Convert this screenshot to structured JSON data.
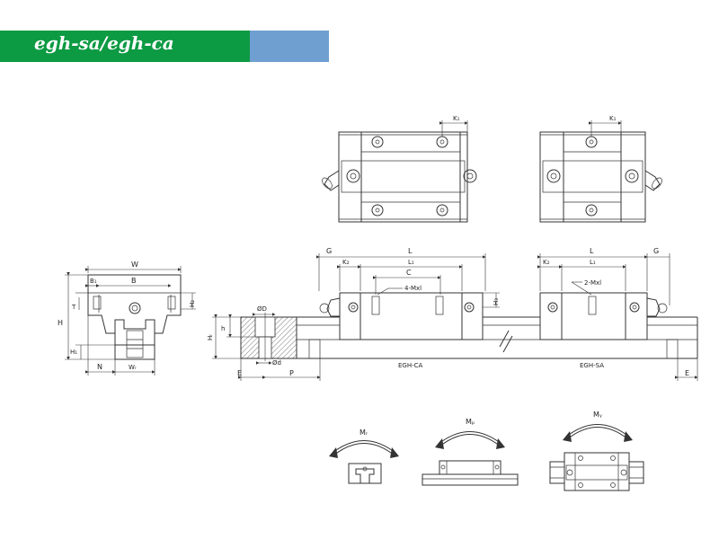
{
  "banner": {
    "title": "egh-sa/egh-ca",
    "colors": {
      "green": "#0c9a43",
      "blue": "#6f9fd0"
    }
  },
  "labels": {
    "K1": "K₁",
    "G": "G",
    "L": "L",
    "K2": "K₂",
    "L1": "L₁",
    "C": "C",
    "four_mxl": "4-Mxl",
    "two_mxl": "2-Mxl",
    "H3": "H₃",
    "W": "W",
    "B1": "B₁",
    "B": "B",
    "T": "T",
    "H2": "H₂",
    "H": "H",
    "H1": "H₁",
    "N": "N",
    "WR": "Wᵣ",
    "HR": "Hᵣ",
    "h": "h",
    "D": "ØD",
    "d": "Ød",
    "E": "E",
    "P": "P",
    "egh_ca": "EGH-CA",
    "egh_sa": "EGH-SA",
    "MR": "Mᵣ",
    "MP": "Mₚ",
    "MY": "Mᵧ"
  }
}
